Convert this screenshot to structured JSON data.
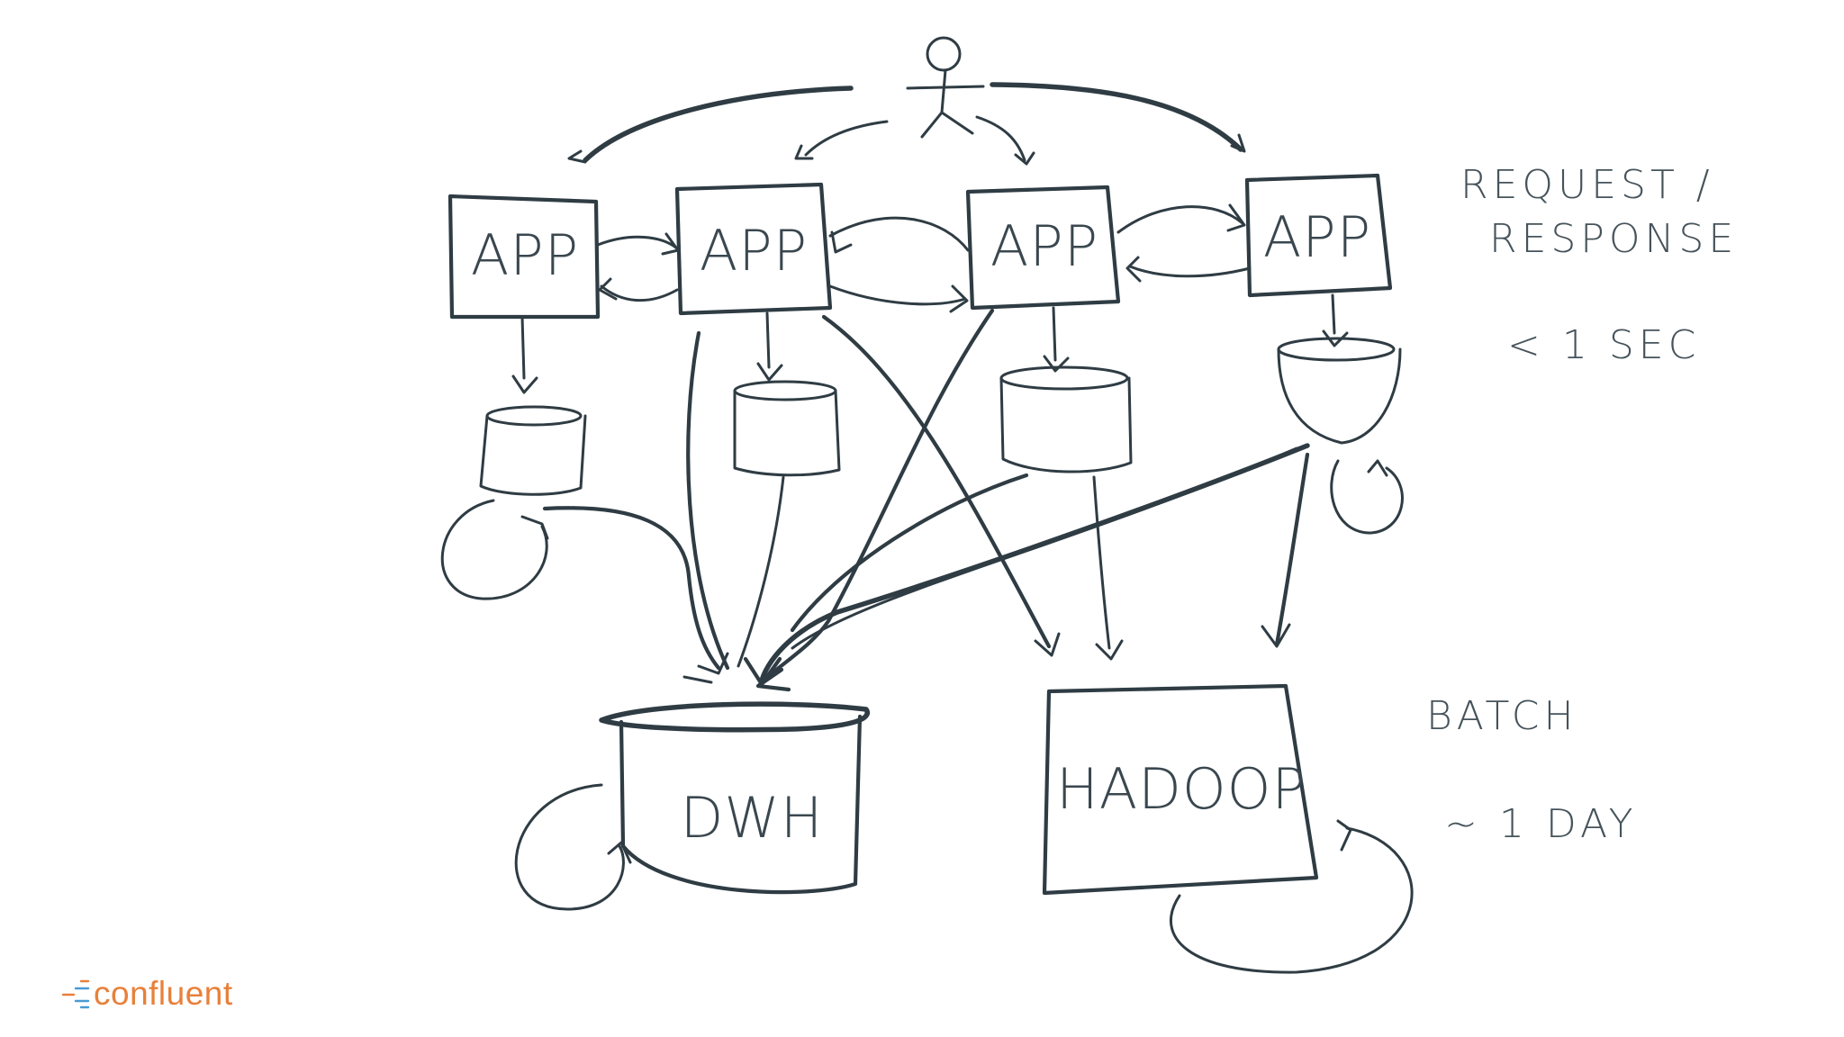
{
  "diagram": {
    "apps": [
      {
        "label": "APP"
      },
      {
        "label": "APP"
      },
      {
        "label": "APP"
      },
      {
        "label": "APP"
      }
    ],
    "warehouse": {
      "label": "DWH"
    },
    "hadoop": {
      "label": "HADOOP"
    },
    "notes": {
      "request_line1": "REQUEST /",
      "request_line2": "RESPONSE",
      "request_latency": "< 1 SEC",
      "batch": "BATCH",
      "batch_latency": "~ 1 DAY"
    }
  },
  "logo": {
    "text": "confluent",
    "color": "#e8803a"
  }
}
